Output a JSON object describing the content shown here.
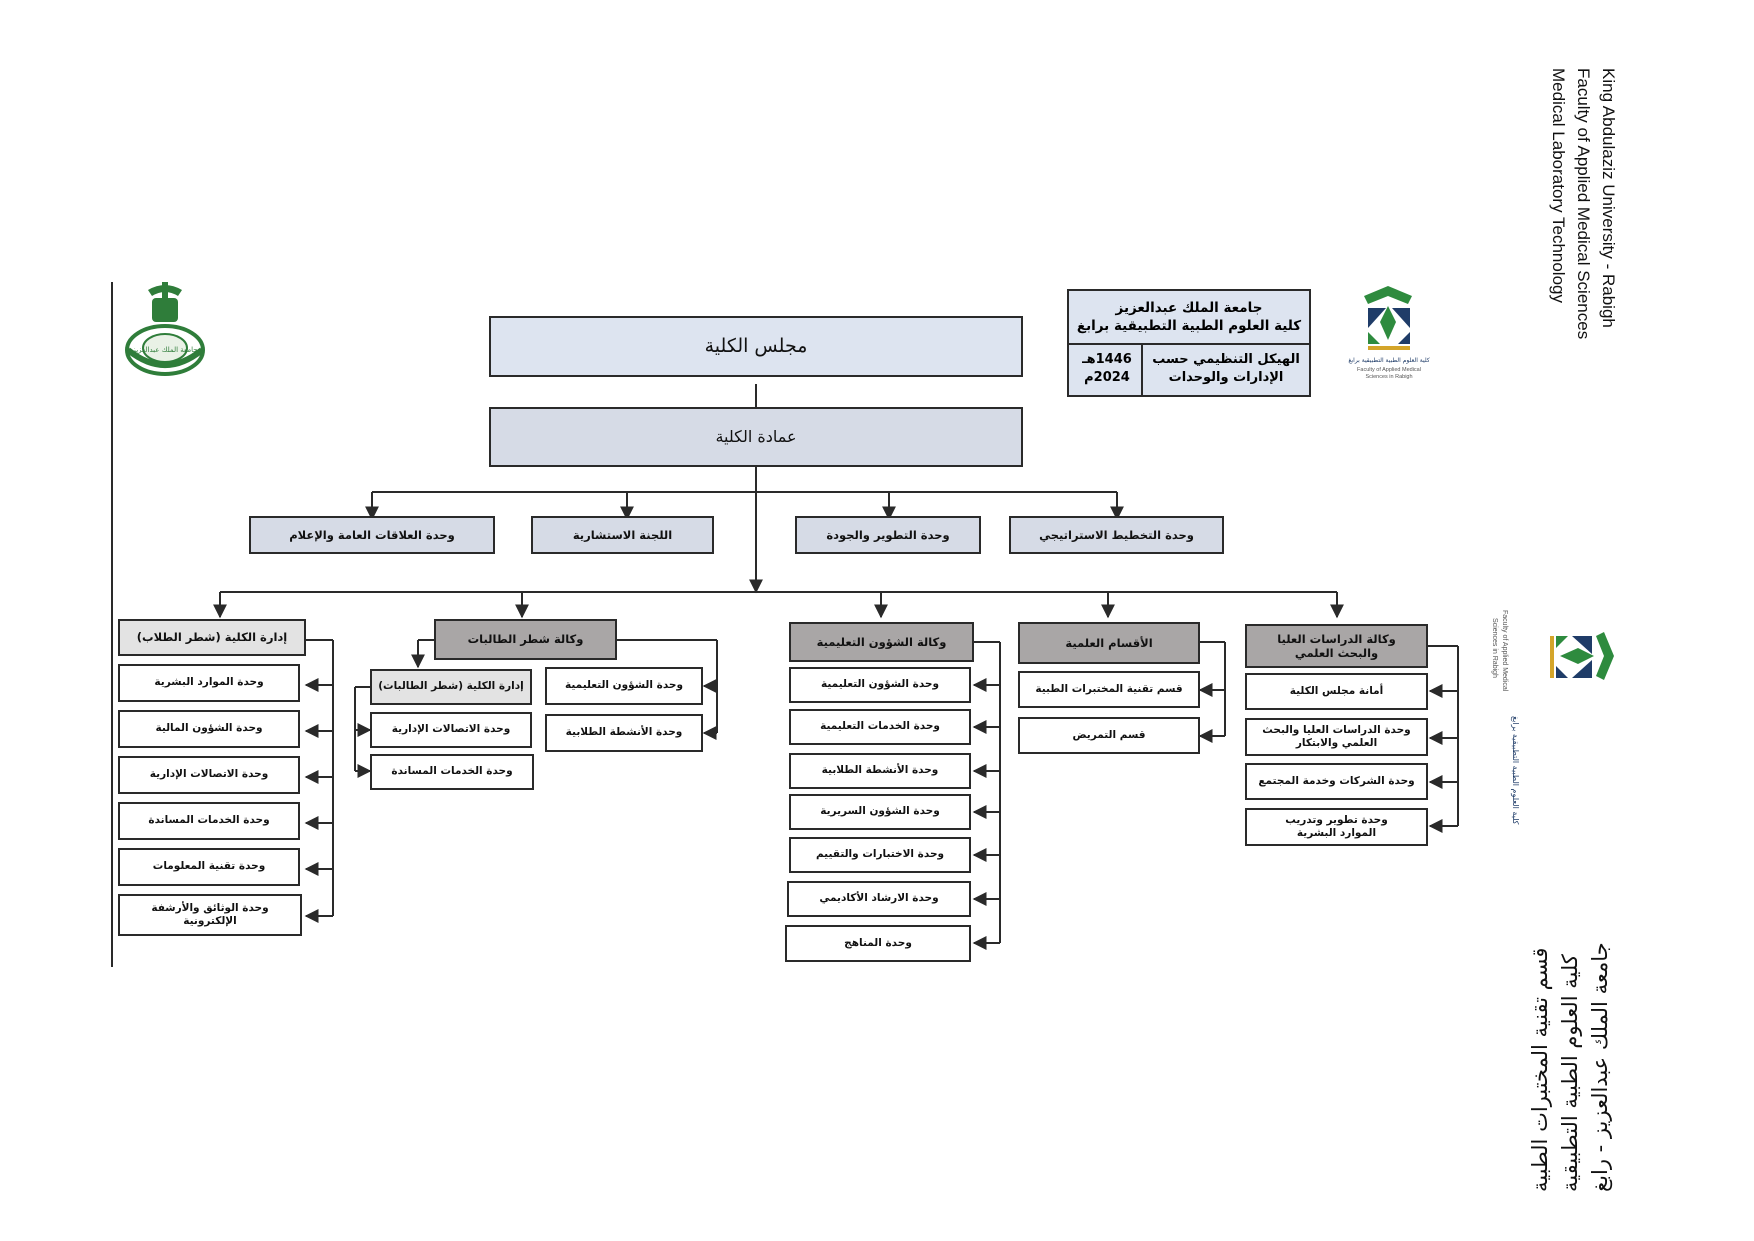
{
  "header": {
    "english_lines": [
      "King Abdulaziz University - Rabigh",
      "Faculty of Applied Medical Sciences",
      "Medical Laboratory Technology"
    ],
    "arabic_lines": [
      "جامعة الملك عبدالعزيز - رابغ",
      "كلية العلوم الطبية التطبيقية",
      "قسم تقنية المختبرات الطبية"
    ]
  },
  "title_box": {
    "university": "جامعة الملك عبدالعزيز",
    "faculty": "كلية العلوم الطبية التطبيقية برابغ",
    "chart_title_1": "الهيكل التنظيمي حسب",
    "chart_title_2": "الإدارات والوحدات",
    "year_hijri": "1446هـ",
    "year_gregorian": "2024م"
  },
  "logos": {
    "faculty_logo_caption_ar": "كلية العلوم الطبية التطبيقية برابغ",
    "faculty_logo_caption_en_1": "Faculty of Applied Medical",
    "faculty_logo_caption_en_2": "Sciences in Rabigh",
    "kau_logo_text": "جامعة الملك عبدالعزيز"
  },
  "org": {
    "council": "مجلس الكلية",
    "deanship": "عمادة الكلية",
    "units_row": [
      "وحدة العلاقات العامة والإعلام",
      "اللجنة الاستشارية",
      "وحدة التطوير والجودة",
      "وحدة التخطيط الاستراتيجي"
    ],
    "admin_male": {
      "title": "إدارة الكلية (شطر الطلاب)",
      "items": [
        "وحدة الموارد البشرية",
        "وحدة الشؤون المالية",
        "وحدة الاتصالات الإدارية",
        "وحدة الخدمات المساندة",
        "وحدة تقنية المعلومات",
        "وحدة الوثائق والأرشفة الإلكترونية"
      ]
    },
    "female_agency": {
      "title": "وكالة شطر الطالبات",
      "items": [
        "وحدة الشؤون التعليمية",
        "وحدة الأنشطة الطلابية"
      ],
      "admin_female": {
        "title": "إدارة الكلية (شطر الطالبات)",
        "items": [
          "وحدة الاتصالات الإدارية",
          "وحدة الخدمات المساندة"
        ]
      }
    },
    "education_agency": {
      "title": "وكالة الشؤون التعليمية",
      "items": [
        "وحدة الشؤون التعليمية",
        "وحدة الخدمات التعليمية",
        "وحدة الأنشطة الطلابية",
        "وحدة الشؤون السريرية",
        "وحدة الاختبارات والتقييم",
        "وحدة الارشاد الأكاديمي",
        "وحدة المناهج"
      ]
    },
    "departments": {
      "title": "الأقسام العلمية",
      "items": [
        "قسم تقنية المختبرات الطبية",
        "قسم التمريض"
      ]
    },
    "graduate_agency": {
      "title_1": "وكالة الدراسات العليا",
      "title_2": "والبحث العلمي",
      "items": [
        "أمانة مجلس الكلية",
        "وحدة الدراسات العليا والبحث العلمي والابتكار",
        "وحدة الشركات وخدمة المجتمع"
      ],
      "last_item_1": "وحدة تطوير وتدريب",
      "last_item_2": "الموارد البشرية"
    }
  },
  "colors": {
    "light_blue": "#dde4f0",
    "header_grey": "#a9a6a6",
    "light_grey": "#e3e3e3",
    "line": "#2a2a2a",
    "logo_green": "#2e8b3e",
    "logo_navy": "#1f3c68",
    "kau_green": "#2f7d3a"
  }
}
